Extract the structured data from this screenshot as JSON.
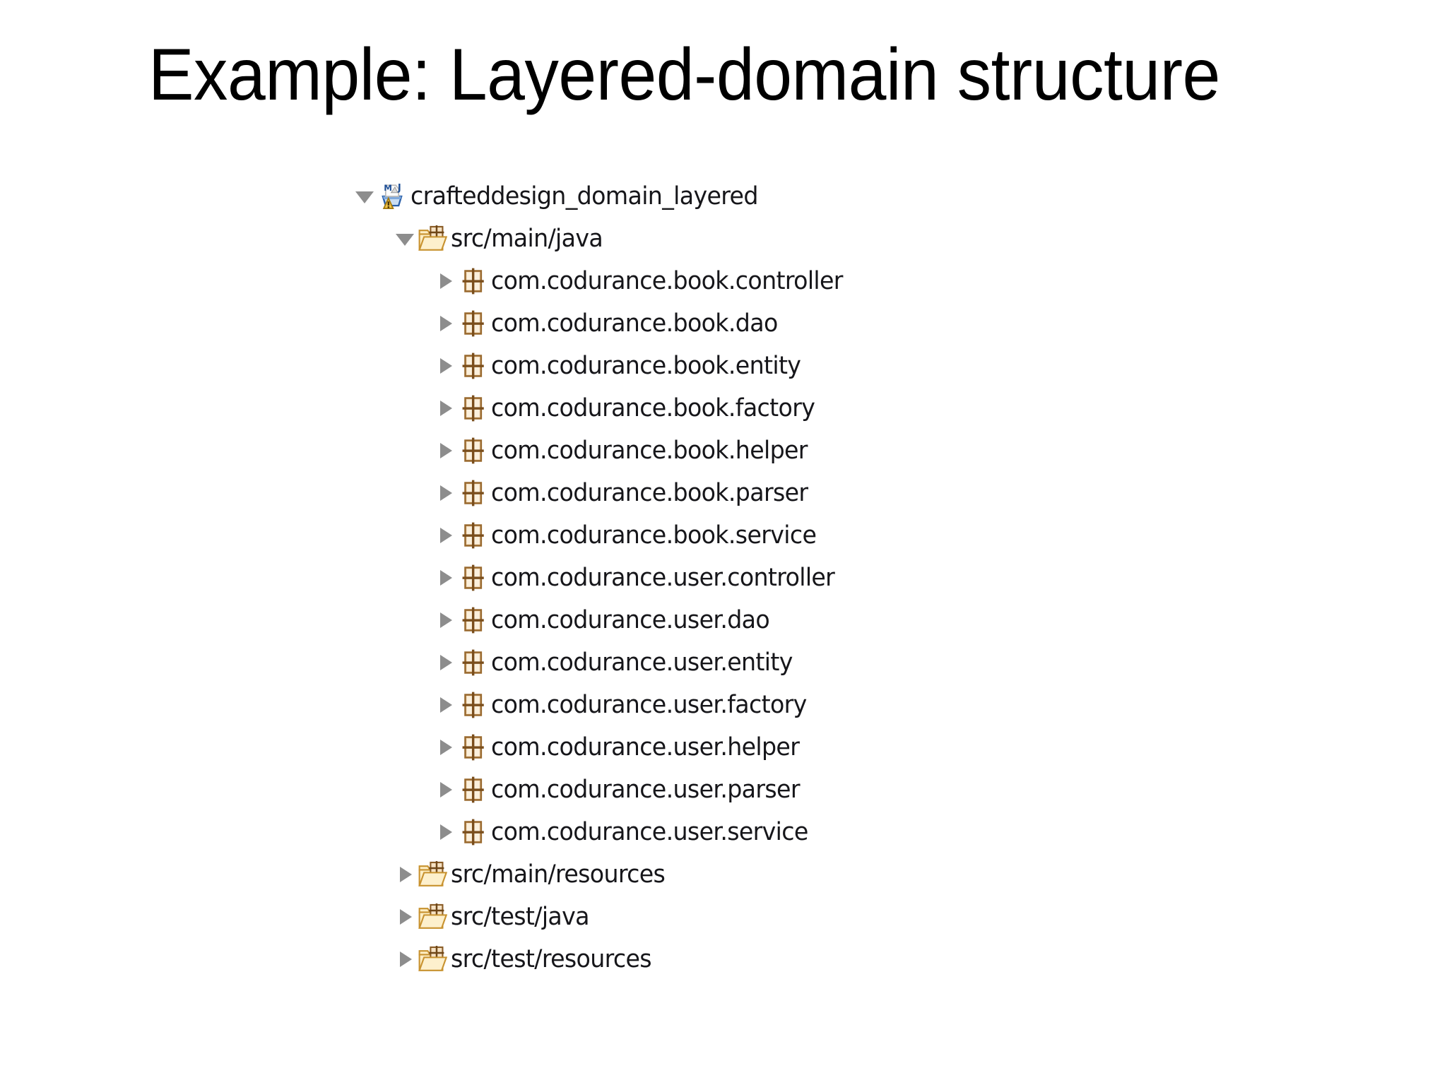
{
  "slide": {
    "title": "Example: Layered-domain structure",
    "background_color": "#ffffff",
    "title_color": "#000000"
  },
  "colors": {
    "twisty_gray": "#8d8d8d",
    "package_fill": "#f3ddbd",
    "package_border": "#9a6a2f",
    "folder_fill": "#fce7b6",
    "folder_border": "#c8922f",
    "label_text": "#16161a",
    "maven_blue": "#2a5fa8",
    "warning_yellow": "#f3c64a"
  },
  "tree": {
    "name": "package-explorer-tree",
    "nodes": [
      {
        "id": "project-root",
        "label": "crafteddesign_domain_layered",
        "level": 1,
        "icon": "maven-java-project-warning-icon",
        "state": "expanded"
      },
      {
        "id": "src-main-java",
        "label": "src/main/java",
        "level": 2,
        "icon": "source-folder-icon",
        "state": "expanded"
      },
      {
        "id": "pkg-book-controller",
        "label": "com.codurance.book.controller",
        "level": 3,
        "icon": "package-icon",
        "state": "collapsed"
      },
      {
        "id": "pkg-book-dao",
        "label": "com.codurance.book.dao",
        "level": 3,
        "icon": "package-icon",
        "state": "collapsed"
      },
      {
        "id": "pkg-book-entity",
        "label": "com.codurance.book.entity",
        "level": 3,
        "icon": "package-icon",
        "state": "collapsed"
      },
      {
        "id": "pkg-book-factory",
        "label": "com.codurance.book.factory",
        "level": 3,
        "icon": "package-icon",
        "state": "collapsed"
      },
      {
        "id": "pkg-book-helper",
        "label": "com.codurance.book.helper",
        "level": 3,
        "icon": "package-icon",
        "state": "collapsed"
      },
      {
        "id": "pkg-book-parser",
        "label": "com.codurance.book.parser",
        "level": 3,
        "icon": "package-icon",
        "state": "collapsed"
      },
      {
        "id": "pkg-book-service",
        "label": "com.codurance.book.service",
        "level": 3,
        "icon": "package-icon",
        "state": "collapsed"
      },
      {
        "id": "pkg-user-controller",
        "label": "com.codurance.user.controller",
        "level": 3,
        "icon": "package-icon",
        "state": "collapsed"
      },
      {
        "id": "pkg-user-dao",
        "label": "com.codurance.user.dao",
        "level": 3,
        "icon": "package-icon",
        "state": "collapsed"
      },
      {
        "id": "pkg-user-entity",
        "label": "com.codurance.user.entity",
        "level": 3,
        "icon": "package-icon",
        "state": "collapsed"
      },
      {
        "id": "pkg-user-factory",
        "label": "com.codurance.user.factory",
        "level": 3,
        "icon": "package-icon",
        "state": "collapsed"
      },
      {
        "id": "pkg-user-helper",
        "label": "com.codurance.user.helper",
        "level": 3,
        "icon": "package-icon",
        "state": "collapsed"
      },
      {
        "id": "pkg-user-parser",
        "label": "com.codurance.user.parser",
        "level": 3,
        "icon": "package-icon",
        "state": "collapsed"
      },
      {
        "id": "pkg-user-service",
        "label": "com.codurance.user.service",
        "level": 3,
        "icon": "package-icon",
        "state": "collapsed"
      },
      {
        "id": "src-main-resources",
        "label": "src/main/resources",
        "level": 2,
        "icon": "source-folder-icon",
        "state": "collapsed"
      },
      {
        "id": "src-test-java",
        "label": "src/test/java",
        "level": 2,
        "icon": "source-folder-icon",
        "state": "collapsed"
      },
      {
        "id": "src-test-resources",
        "label": "src/test/resources",
        "level": 2,
        "icon": "source-folder-icon",
        "state": "collapsed"
      }
    ]
  }
}
